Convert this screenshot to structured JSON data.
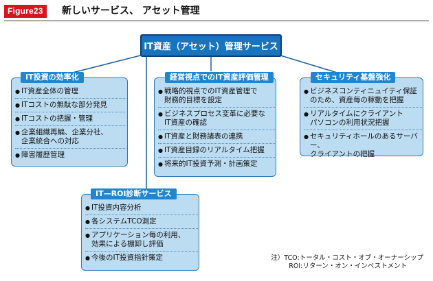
{
  "figure": {
    "label": "Figure23",
    "title": "新しいサービス、 アセット管理"
  },
  "central": {
    "label": "IT資産（アセット）管理サービス"
  },
  "panels": [
    {
      "header": "IT投資の効率化",
      "items": [
        "IT資産全体の管理",
        "ITコストの無駄な部分発見",
        "ITコストの把握・管理",
        "企業組織再編、企業分社、\n企業統合への対応",
        "障害履歴管理"
      ]
    },
    {
      "header": "経営視点でのIT資産評価管理",
      "items": [
        "戦略的視点でのIT資産管理で\n財務的目標を設定",
        "ビジネスプロセス変革に必要な\nIT資産の確認",
        "IT資産と財務諸表の連携",
        "IT資産目録のリアルタイム把握",
        "将来的IT投資予測・計画策定"
      ]
    },
    {
      "header": "セキュリティ基盤強化",
      "items": [
        "ビジネスコンティニュイティ保証\nのため、資産毎の稼動を把握",
        "リアルタイムにクライアント\nパソコンの利用状況把握",
        "セキュリティホールのあるサーバー、\nクライアントの把握"
      ]
    },
    {
      "header": "IT—ROI診断サービス",
      "items": [
        "IT投資内容分析",
        "各システムTCO測定",
        "アプリケーション毎の利用、\n効果による棚卸し評価",
        "今後のIT投資指針策定"
      ]
    }
  ],
  "notes": [
    "注）TCO:トータル・コスト・オブ・オーナーシップ",
    "ROI:リターン・オン・インベストメント"
  ],
  "colors": {
    "badge": "#d8141c",
    "central": "#1774bd",
    "header": "#1f86cf",
    "panel": "#bcdcf2",
    "line": "#1f5f99"
  }
}
